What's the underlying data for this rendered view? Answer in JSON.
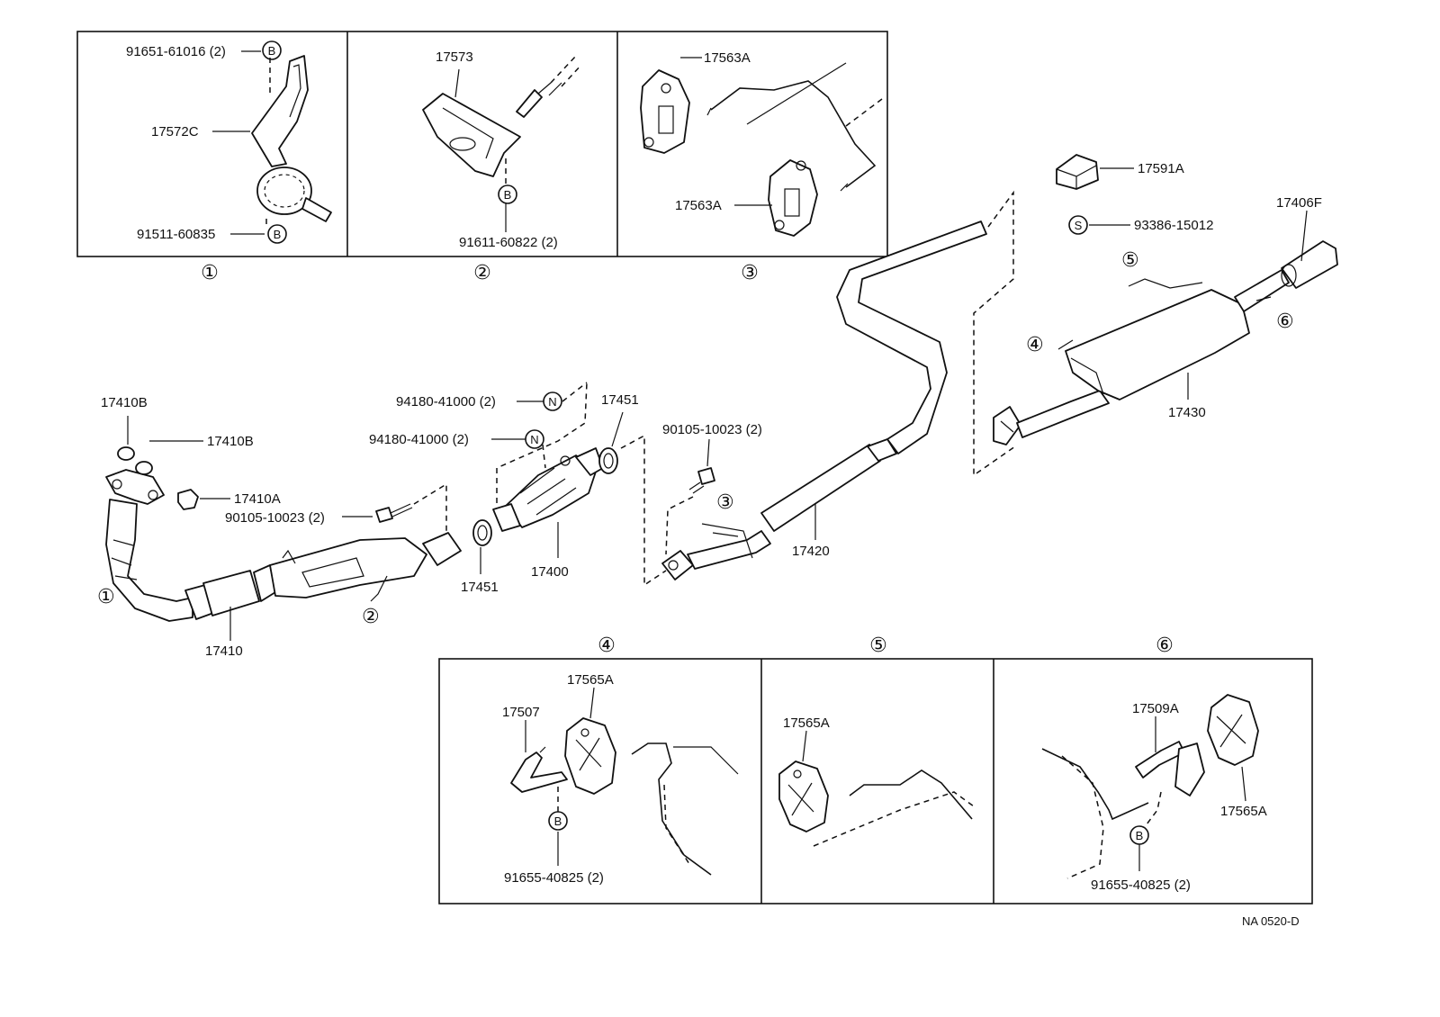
{
  "diagram": {
    "part_labels": {
      "p91651_61016": "91651-61016 (2)",
      "p17572c": "17572C",
      "p91511_60835": "91511-60835",
      "p17573": "17573",
      "p91611_60822": "91611-60822 (2)",
      "p17563a_top": "17563A",
      "p17563a_bottom": "17563A",
      "p17591a": "17591A",
      "p93386_15012": "93386-15012",
      "p17406f": "17406F",
      "p17430": "17430",
      "p17410b_left": "17410B",
      "p17410b_right": "17410B",
      "p17410a": "17410A",
      "p90105_10023_left": "90105-10023 (2)",
      "p17410": "17410",
      "p94180_41000_top": "94180-41000 (2)",
      "p94180_41000_bottom": "94180-41000 (2)",
      "p17451_top": "17451",
      "p17451_bottom": "17451",
      "p17400": "17400",
      "p90105_10023_right": "90105-10023 (2)",
      "p17420": "17420",
      "p17565a_d4": "17565A",
      "p17507": "17507",
      "p91655_40825_d4": "91655-40825 (2)",
      "p17565a_d5": "17565A",
      "p17509a": "17509A",
      "p17565a_d6": "17565A",
      "p91655_40825_d6": "91655-40825 (2)"
    },
    "markers": {
      "b": "B",
      "n": "N",
      "s": "S"
    },
    "detail_numbers": {
      "d1": "①",
      "d2": "②",
      "d3": "③",
      "d4": "④",
      "d5": "⑤",
      "d6": "⑥"
    },
    "figure_code": "NA 0520-D"
  }
}
